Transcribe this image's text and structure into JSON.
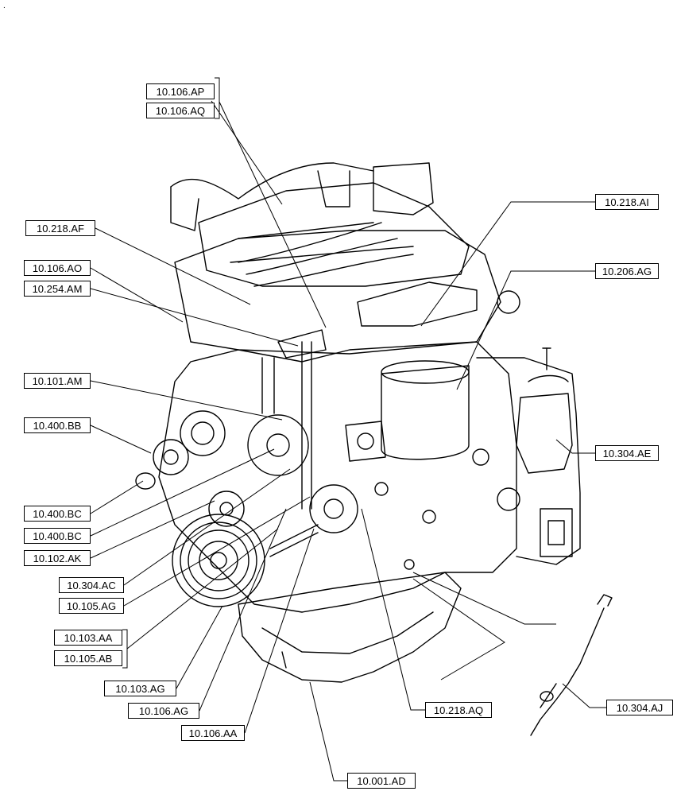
{
  "top_mark": ".",
  "callouts": [
    {
      "id": "ap",
      "label": "10.106.AP"
    },
    {
      "id": "aq",
      "label": "10.106.AQ"
    },
    {
      "id": "ai",
      "label": "10.218.AI"
    },
    {
      "id": "af",
      "label": "10.218.AF"
    },
    {
      "id": "ag206",
      "label": "10.206.AG"
    },
    {
      "id": "ao",
      "label": "10.106.AO"
    },
    {
      "id": "am254",
      "label": "10.254.AM"
    },
    {
      "id": "am101",
      "label": "10.101.AM"
    },
    {
      "id": "bb",
      "label": "10.400.BB"
    },
    {
      "id": "ae",
      "label": "10.304.AE"
    },
    {
      "id": "bc1",
      "label": "10.400.BC"
    },
    {
      "id": "bc2",
      "label": "10.400.BC"
    },
    {
      "id": "ak",
      "label": "10.102.AK"
    },
    {
      "id": "ac",
      "label": "10.304.AC"
    },
    {
      "id": "ag105",
      "label": "10.105.AG"
    },
    {
      "id": "aa103",
      "label": "10.103.AA"
    },
    {
      "id": "ab105",
      "label": "10.105.AB"
    },
    {
      "id": "ag103",
      "label": "10.103.AG"
    },
    {
      "id": "aj",
      "label": "10.304.AJ"
    },
    {
      "id": "aq218",
      "label": "10.218.AQ"
    },
    {
      "id": "ag106",
      "label": "10.106.AG"
    },
    {
      "id": "aa106",
      "label": "10.106.AA"
    },
    {
      "id": "ad",
      "label": "10.001.AD"
    }
  ]
}
